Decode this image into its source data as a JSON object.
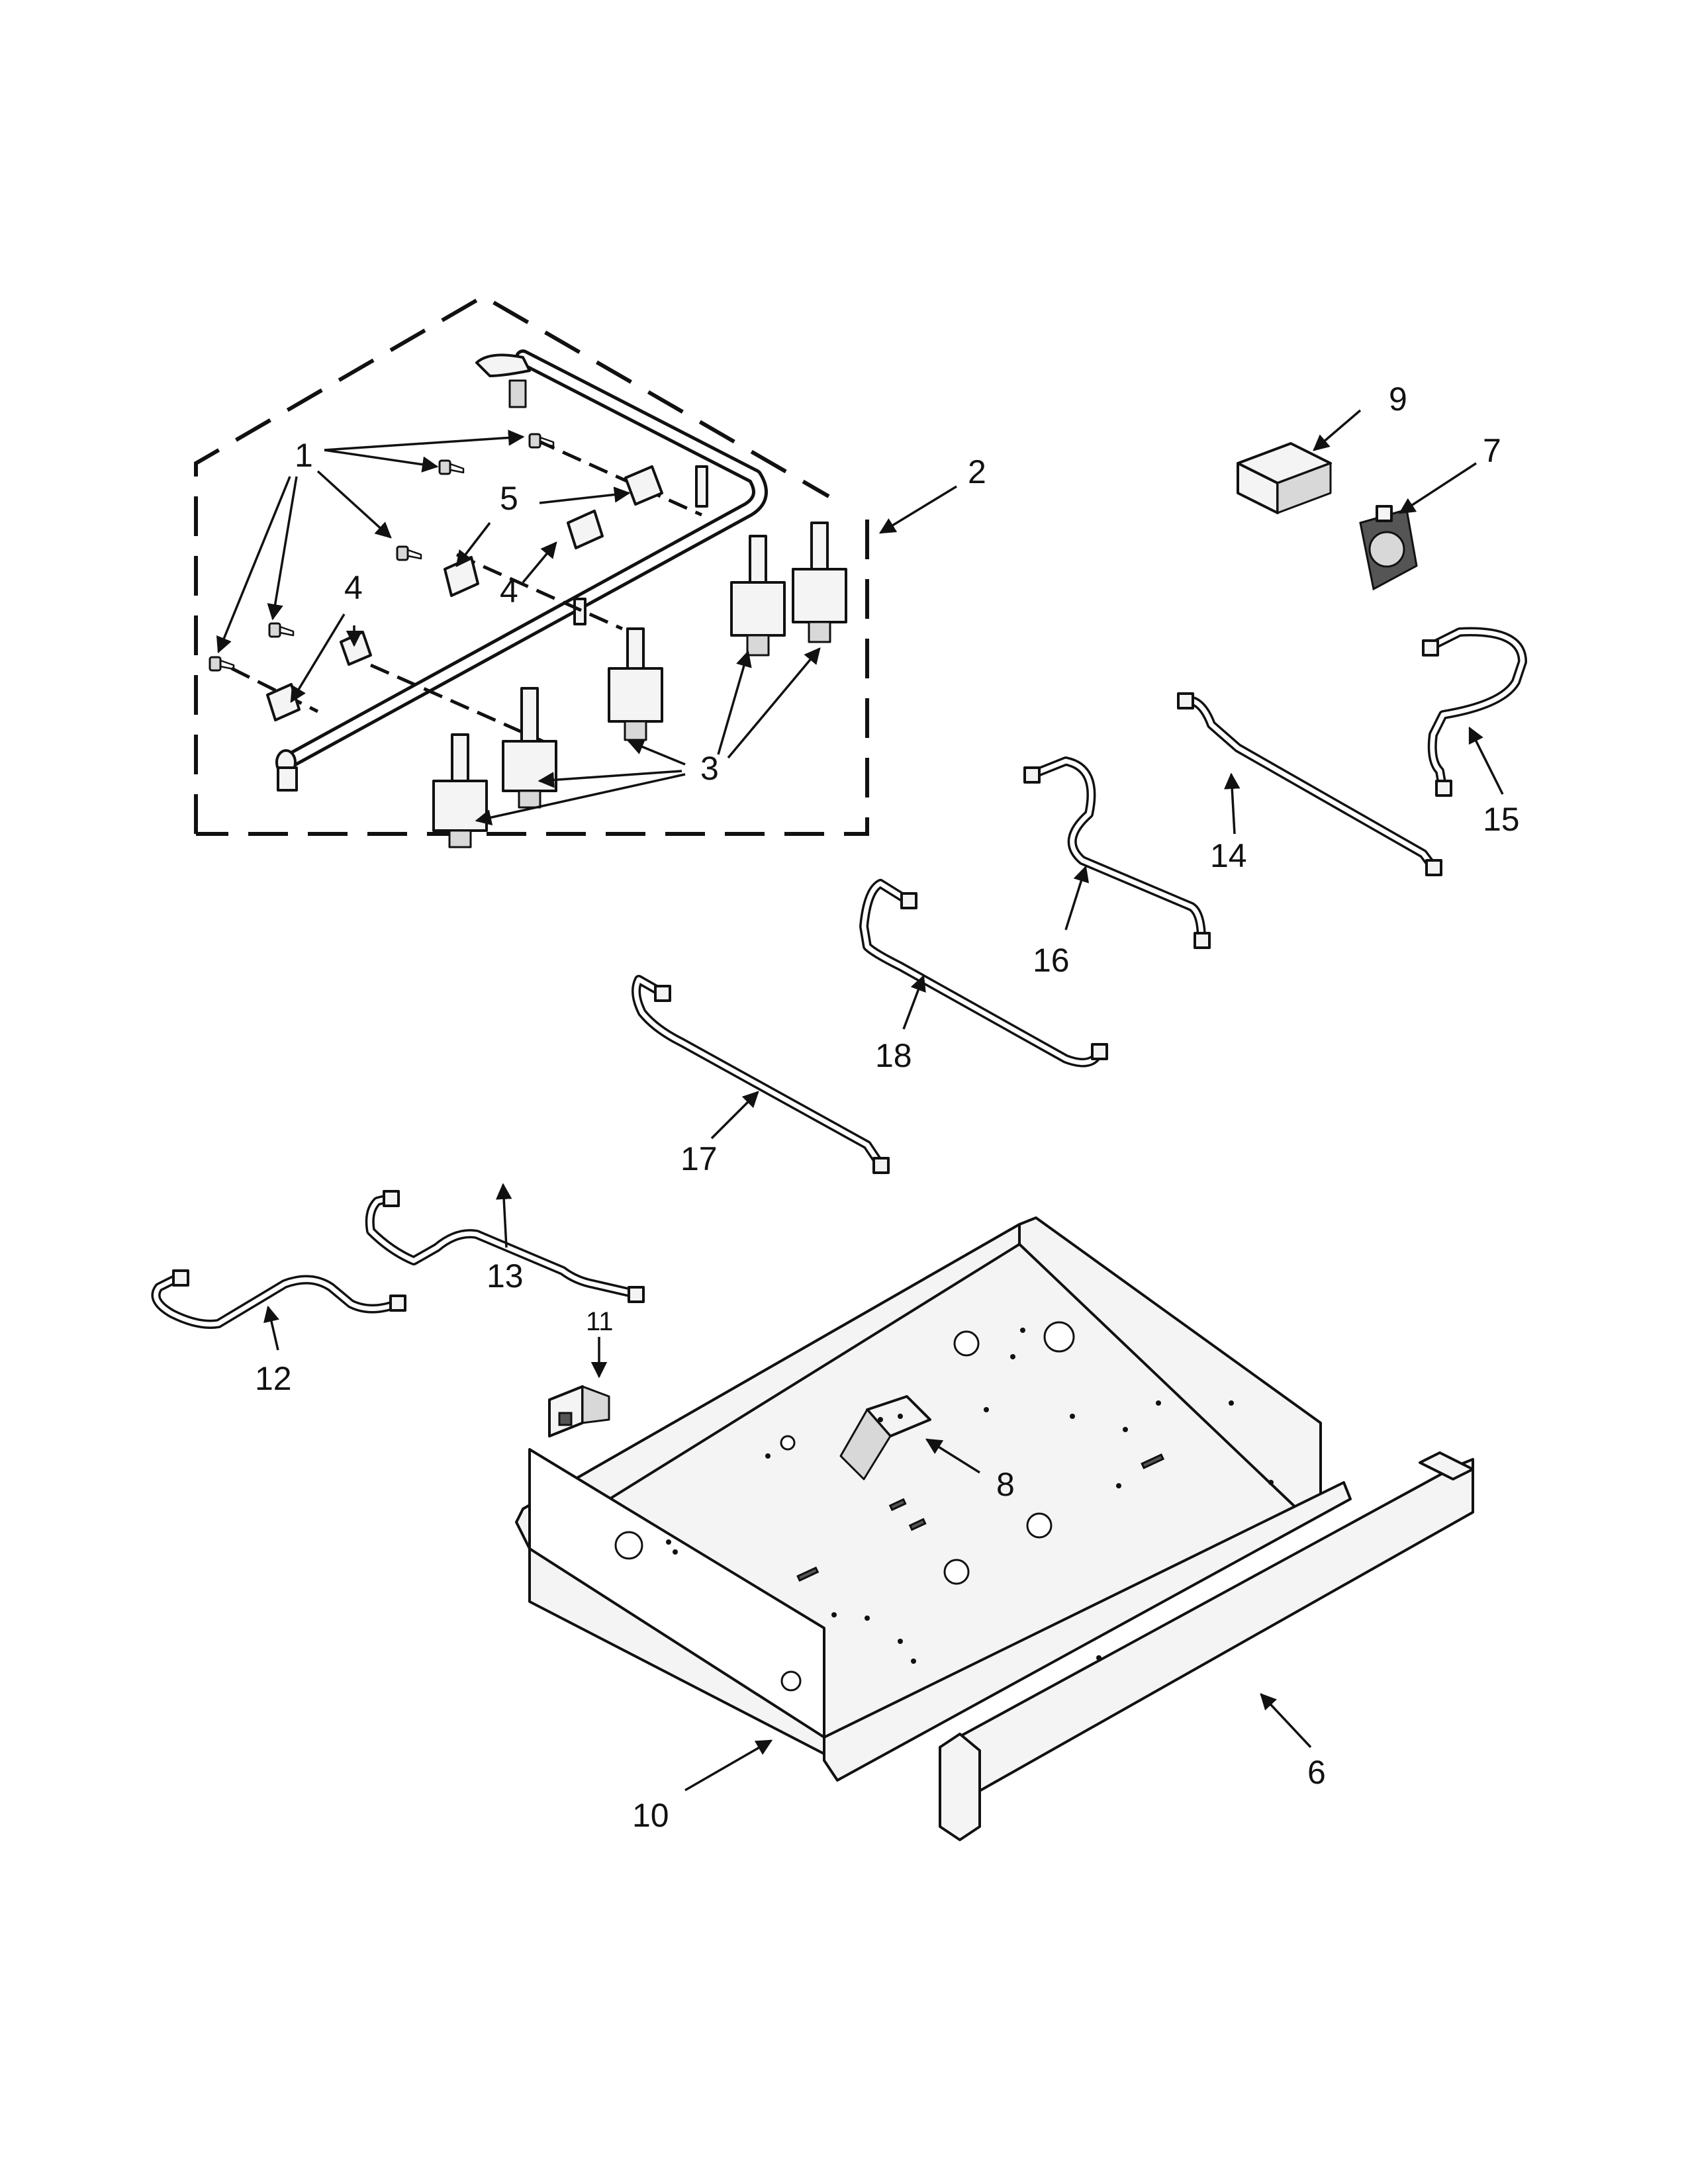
{
  "callouts": {
    "c1": "1",
    "c2": "2",
    "c3": "3",
    "c4a": "4",
    "c4b": "4",
    "c5": "5",
    "c6": "6",
    "c7": "7",
    "c8": "8",
    "c9": "9",
    "c10": "10",
    "c11": "11",
    "c12": "12",
    "c13": "13",
    "c14": "14",
    "c15": "15",
    "c16": "16",
    "c17": "17",
    "c18": "18"
  }
}
